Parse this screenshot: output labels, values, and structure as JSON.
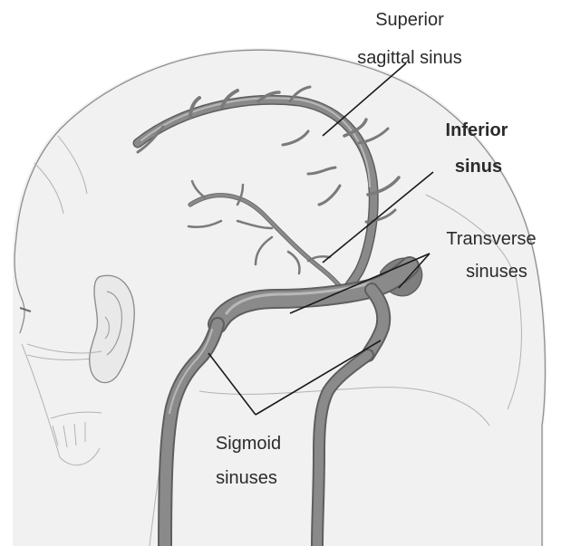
{
  "labels": {
    "superior_line1": "Superior",
    "superior_line2": "sagittal sinus",
    "inferior_line1": "Inferior",
    "inferior_line2": "sinus",
    "transverse_line1": "Transverse",
    "transverse_line2": "sinuses",
    "sigmoid_line1": "Sigmoid",
    "sigmoid_line2": "sinuses"
  },
  "colors": {
    "vessel_fill": "#8a8a8a",
    "vessel_shadow": "#5e5e5e",
    "vessel_highlight": "#b8b8b8",
    "head_fill": "#f1f1f1",
    "head_outline": "#8e8e8e",
    "label_text": "#2b2b2b",
    "leader_line": "#1a1a1a"
  }
}
